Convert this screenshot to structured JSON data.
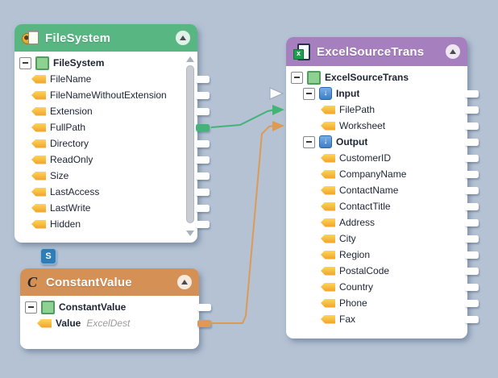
{
  "canvas": {
    "background": "#b4c2d4"
  },
  "colors": {
    "filesystem_header": "#57b682",
    "excel_header": "#a67fbf",
    "constant_header": "#d49055",
    "green_wire": "#44b378",
    "orange_wire": "#dd9a55",
    "input_io_icon_blue": "#3d7ec7",
    "s_badge_blue": "#2e7cb8"
  },
  "nodes": {
    "filesystem": {
      "title": "FileSystem",
      "rows": [
        {
          "label": "FileSystem",
          "icon": "root",
          "bold": true,
          "expander": true,
          "indent": 0
        },
        {
          "label": "FileName",
          "icon": "attr",
          "indent": 1
        },
        {
          "label": "FileNameWithoutExtension",
          "icon": "attr",
          "indent": 1
        },
        {
          "label": "Extension",
          "icon": "attr",
          "indent": 1
        },
        {
          "label": "FullPath",
          "icon": "attr",
          "indent": 1
        },
        {
          "label": "Directory",
          "icon": "attr",
          "indent": 1
        },
        {
          "label": "ReadOnly",
          "icon": "attr",
          "indent": 1
        },
        {
          "label": "Size",
          "icon": "attr",
          "indent": 1
        },
        {
          "label": "LastAccess",
          "icon": "attr",
          "indent": 1
        },
        {
          "label": "LastWrite",
          "icon": "attr",
          "indent": 1
        },
        {
          "label": "Hidden",
          "icon": "attr",
          "indent": 1
        }
      ],
      "stubs": [
        "white",
        "white",
        "white",
        "green",
        "white",
        "white",
        "white",
        "white",
        "white",
        "white"
      ]
    },
    "excelsourcetrans": {
      "title": "ExcelSourceTrans",
      "rows": [
        {
          "label": "ExcelSourceTrans",
          "icon": "root",
          "bold": true,
          "expander": true,
          "indent": 0
        },
        {
          "label": "Input",
          "icon": "io",
          "bold": true,
          "expander": true,
          "indent": 1
        },
        {
          "label": "FilePath",
          "icon": "attr",
          "indent": 2
        },
        {
          "label": "Worksheet",
          "icon": "attr",
          "indent": 2
        },
        {
          "label": "Output",
          "icon": "io",
          "bold": true,
          "expander": true,
          "indent": 1
        },
        {
          "label": "CustomerID",
          "icon": "attr",
          "indent": 2
        },
        {
          "label": "CompanyName",
          "icon": "attr",
          "indent": 2
        },
        {
          "label": "ContactName",
          "icon": "attr",
          "indent": 2
        },
        {
          "label": "ContactTitle",
          "icon": "attr",
          "indent": 2
        },
        {
          "label": "Address",
          "icon": "attr",
          "indent": 2
        },
        {
          "label": "City",
          "icon": "attr",
          "indent": 2
        },
        {
          "label": "Region",
          "icon": "attr",
          "indent": 2
        },
        {
          "label": "PostalCode",
          "icon": "attr",
          "indent": 2
        },
        {
          "label": "Country",
          "icon": "attr",
          "indent": 2
        },
        {
          "label": "Phone",
          "icon": "attr",
          "indent": 2
        },
        {
          "label": "Fax",
          "icon": "attr",
          "indent": 2
        }
      ],
      "stubs": [
        "white",
        "white",
        "white",
        "white",
        "white",
        "white",
        "white",
        "white",
        "white",
        "white",
        "white",
        "white",
        "white",
        "white",
        "white"
      ]
    },
    "constantvalue": {
      "title": "ConstantValue",
      "rows": [
        {
          "label": "ConstantValue",
          "icon": "root",
          "bold": true,
          "expander": true,
          "indent": 0
        },
        {
          "label": "Value",
          "icon": "attr",
          "bold": true,
          "note": "ExcelDest",
          "indent": 1
        }
      ],
      "stubs": [
        "white",
        "orange"
      ]
    }
  },
  "badges": {
    "s_badge": "S"
  },
  "connections": [
    {
      "from": "FileSystem.FullPath",
      "to": "ExcelSourceTrans.Input.FilePath",
      "color": "#44b378"
    },
    {
      "from": "ConstantValue.Value",
      "to": "ExcelSourceTrans.Input.Worksheet",
      "color": "#dd9a55"
    }
  ]
}
